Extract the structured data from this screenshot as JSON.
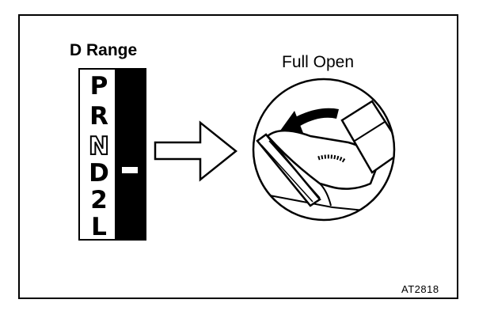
{
  "diagram": {
    "left_title": "D Range",
    "right_title": "Full Open",
    "figure_code": "AT2818",
    "shift_positions": [
      "P",
      "R",
      "N",
      "D",
      "2",
      "L"
    ],
    "selected_position": "D"
  },
  "icons": {
    "arrow": "right-arrow-icon",
    "pedal": "accelerator-pedal-icon",
    "press": "curved-arrow-icon"
  }
}
